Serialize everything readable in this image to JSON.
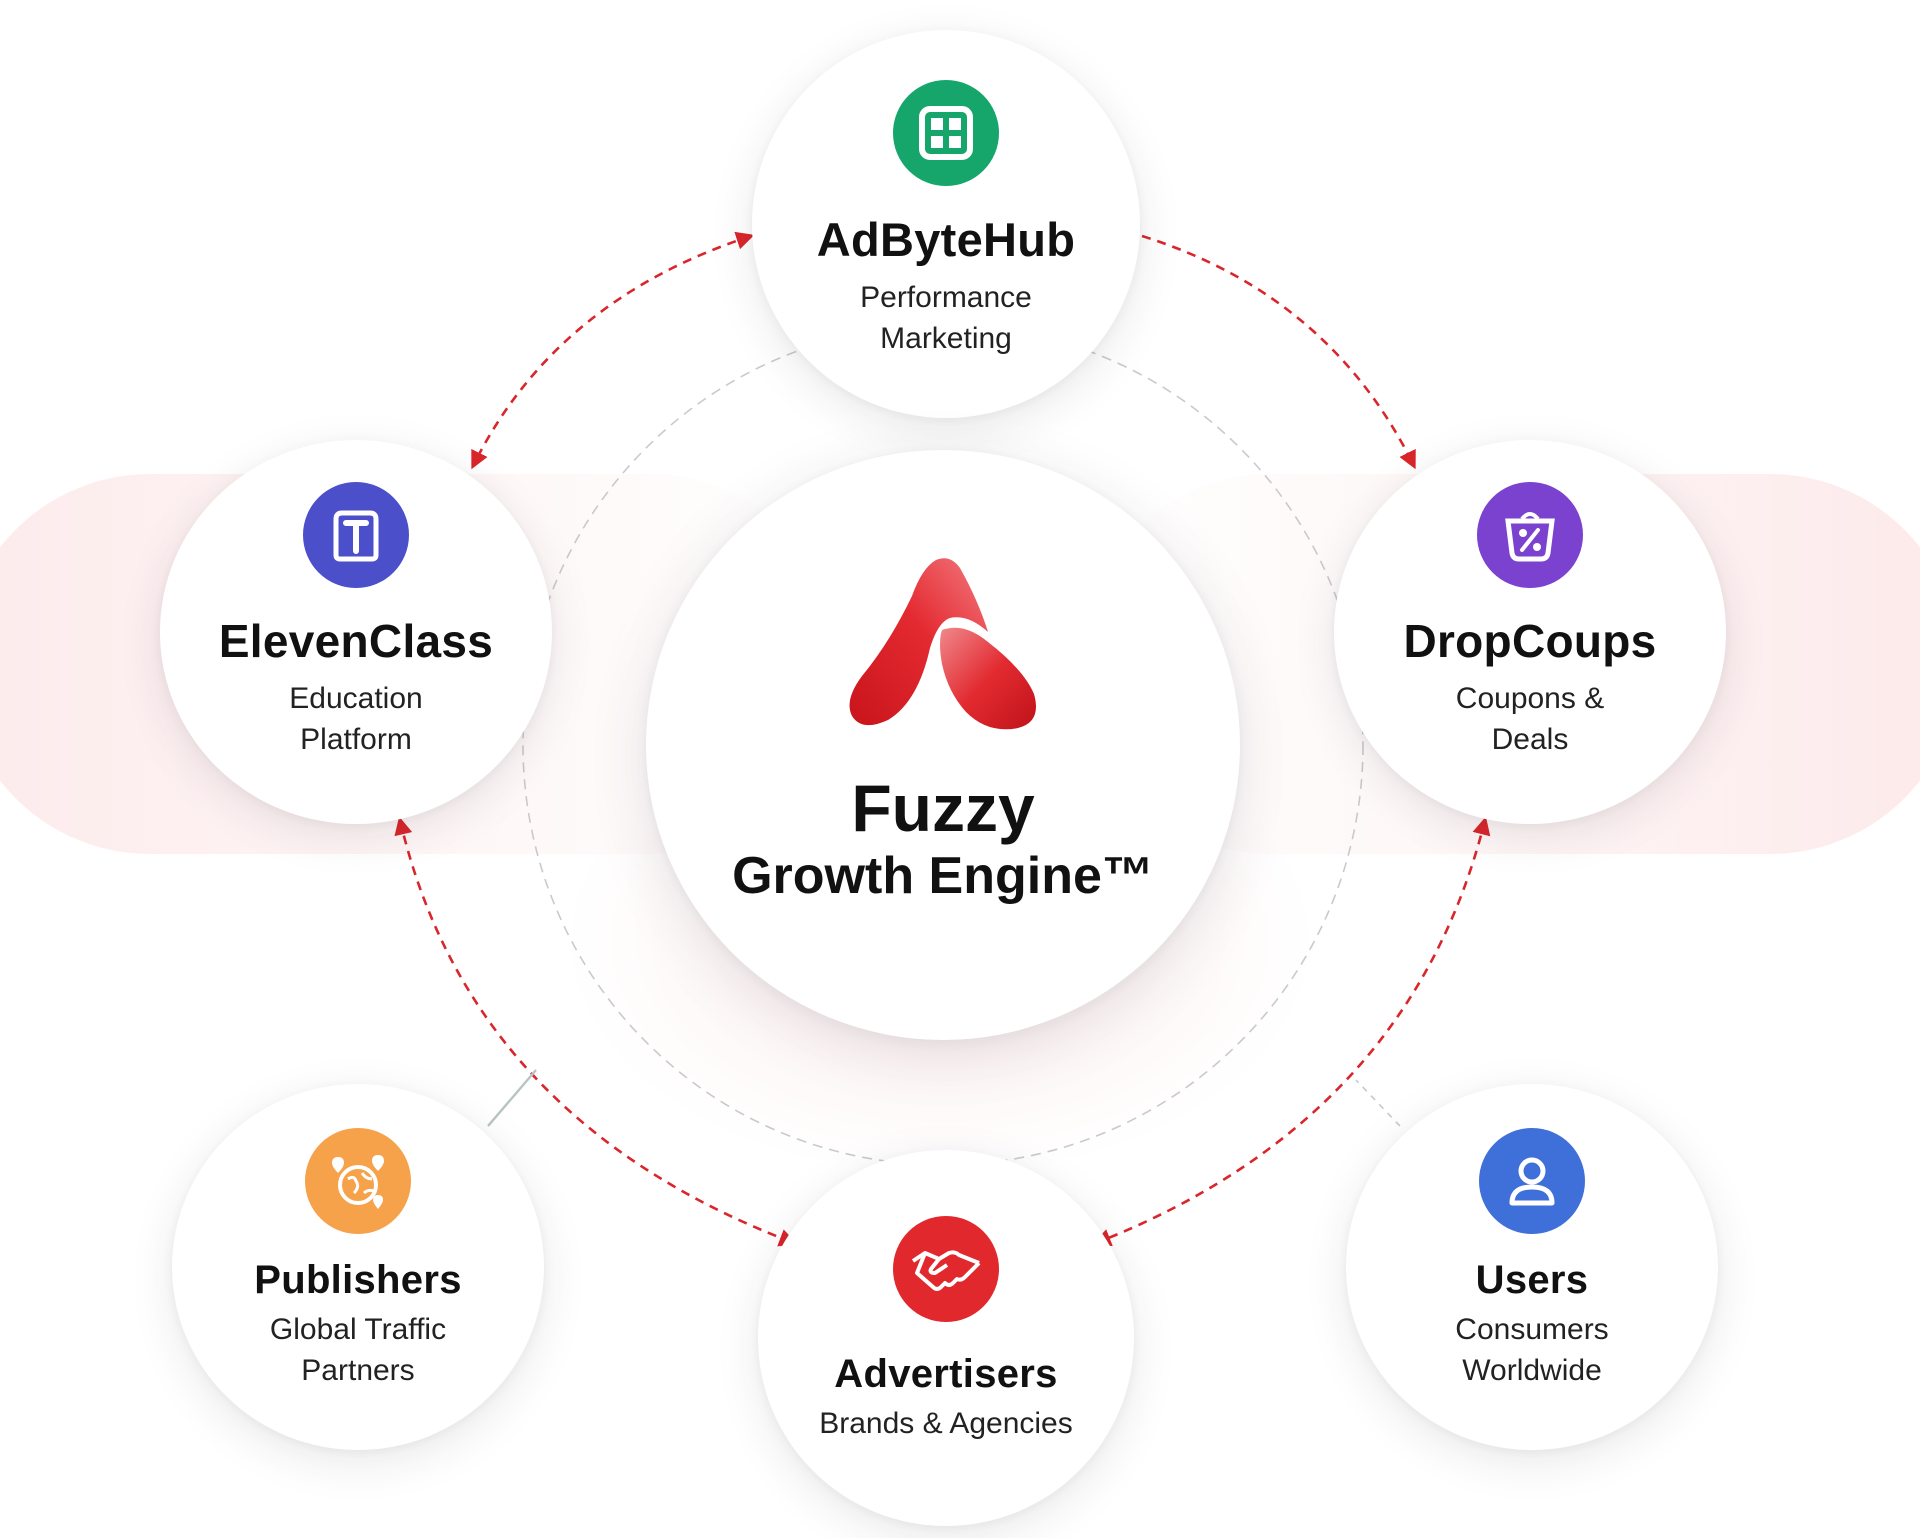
{
  "center": {
    "title": "Fuzzy",
    "subtitle": "Growth Engine™",
    "logo_icon": "fuzzy-a-logo",
    "logo_color": "#E3262D"
  },
  "nodes": {
    "adbytehub": {
      "name": "AdByteHub",
      "sub1": "Performance",
      "sub2": "Marketing",
      "icon": "grid-icon",
      "color": "#16A66B"
    },
    "elevenclass": {
      "name": "ElevenClass",
      "sub1": "Education",
      "sub2": "Platform",
      "icon": "book-icon",
      "color": "#4B4FC9"
    },
    "dropcoups": {
      "name": "DropCoups",
      "sub1": "Coupons &",
      "sub2": "Deals",
      "icon": "coupon-bag-icon",
      "color": "#7B42D0"
    },
    "publishers": {
      "name": "Publishers",
      "sub1": "Global Traffic",
      "sub2": "Partners",
      "icon": "globe-pins-icon",
      "color": "#F6A24A"
    },
    "advertisers": {
      "name": "Advertisers",
      "sub1": "Brands & Agencies",
      "icon": "handshake-icon",
      "color": "#E1282D"
    },
    "users": {
      "name": "Users",
      "sub1": "Consumers",
      "sub2": "Worldwide",
      "icon": "user-icon",
      "color": "#3F6FD8"
    }
  },
  "colors": {
    "connector": "#D9262B",
    "inner_ring": "#BDBDBD"
  }
}
